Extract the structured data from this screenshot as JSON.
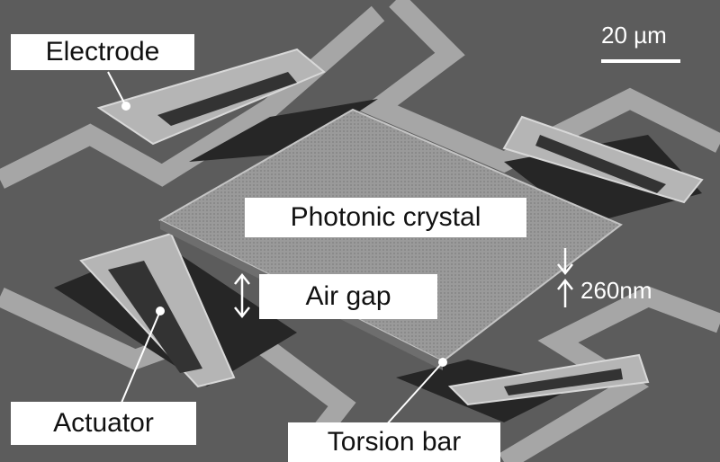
{
  "labels": {
    "electrode": "Electrode",
    "photonic_crystal": "Photonic crystal",
    "air_gap": "Air gap",
    "actuator": "Actuator",
    "torsion_bar": "Torsion bar",
    "gap_size": "260nm"
  },
  "scale_bar": {
    "text": "20 µm"
  },
  "colors": {
    "background": "#5c5c5c",
    "structure": "#a8a8a8",
    "label_bg": "#ffffff"
  }
}
